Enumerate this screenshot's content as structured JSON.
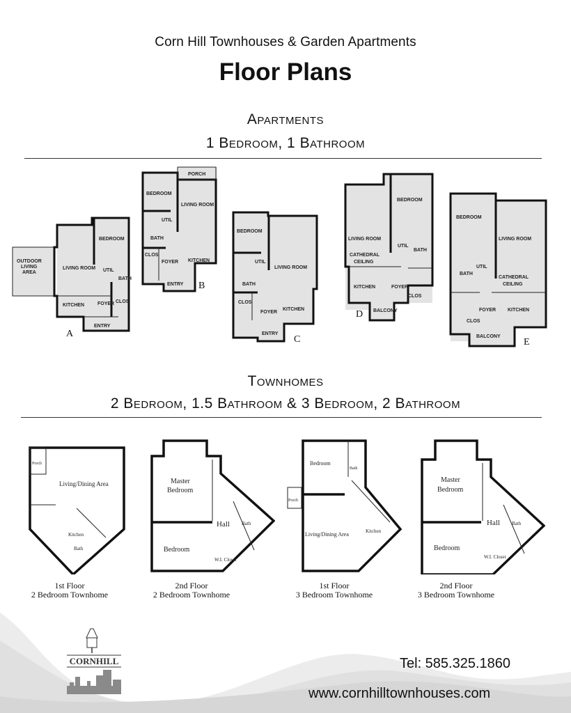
{
  "header": {
    "subtitle": "Corn Hill Townhouses & Garden Apartments",
    "title": "Floor Plans"
  },
  "apartments": {
    "heading": "Apartments",
    "subheading": "1 Bedroom, 1 Bathroom",
    "plans": [
      {
        "letter": "A",
        "rooms": [
          "OUTDOOR",
          "LIVING",
          "AREA",
          "LIVING ROOM",
          "BEDROOM",
          "UTIL",
          "BATH",
          "KITCHEN",
          "FOYER",
          "CLOS",
          "ENTRY"
        ]
      },
      {
        "letter": "B",
        "rooms": [
          "PORCH",
          "BEDROOM",
          "LIVING ROOM",
          "UTIL",
          "BATH",
          "CLOS",
          "FOYER",
          "KITCHEN",
          "ENTRY"
        ]
      },
      {
        "letter": "C",
        "rooms": [
          "BEDROOM",
          "LIVING ROOM",
          "UTIL",
          "BATH",
          "CLOS",
          "FOYER",
          "KITCHEN",
          "ENTRY"
        ]
      },
      {
        "letter": "D",
        "rooms": [
          "BEDROOM",
          "LIVING ROOM",
          "CATHEDRAL",
          "CEILING",
          "UTIL",
          "BATH",
          "KITCHEN",
          "FOYER",
          "CLOS",
          "BALCONY"
        ]
      },
      {
        "letter": "E",
        "rooms": [
          "BEDROOM",
          "LIVING ROOM",
          "CATHEDRAL",
          "CEILING",
          "UTIL",
          "BATH",
          "FOYER",
          "KITCHEN",
          "CLOS",
          "BALCONY"
        ]
      }
    ]
  },
  "townhomes": {
    "heading": "Townhomes",
    "subheading": "2 Bedroom, 1.5 Bathroom & 3 Bedroom, 2 Bathroom",
    "plans": [
      {
        "floor": "1st Floor",
        "type": "2 Bedroom Townhome",
        "rooms": [
          "Porch",
          "Living/Dining Area",
          "Kitchen",
          "Bath"
        ]
      },
      {
        "floor": "2nd Floor",
        "type": "2 Bedroom Townhome",
        "rooms": [
          "Master",
          "Bedroom",
          "Hall",
          "Bath",
          "Bedroom",
          "W.I. Closet"
        ]
      },
      {
        "floor": "1st Floor",
        "type": "3 Bedroom Townhome",
        "rooms": [
          "Bedroom",
          "Bath",
          "Porch",
          "Living/Dining Area",
          "Kitchen"
        ]
      },
      {
        "floor": "2nd Floor",
        "type": "3 Bedroom Townhome",
        "rooms": [
          "Master",
          "Bedroom",
          "Hall",
          "Bath",
          "Bedroom",
          "W.I. Closet"
        ]
      }
    ]
  },
  "footer": {
    "logo_text": "CORNHILL",
    "tel": "Tel: 585.325.1860",
    "website": "www.cornhilltownhouses.com"
  }
}
